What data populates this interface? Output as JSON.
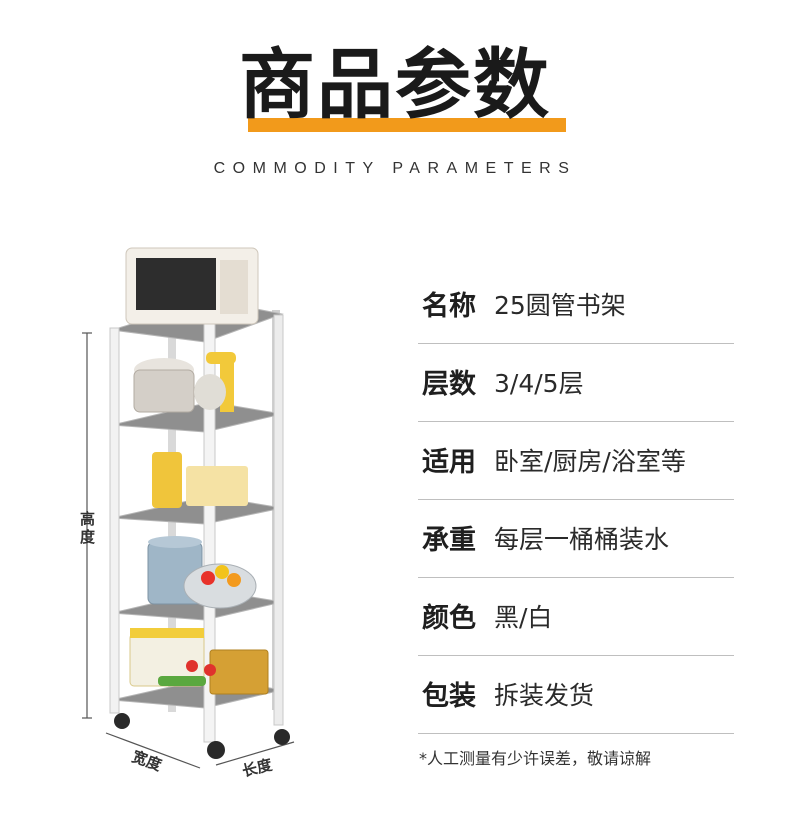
{
  "header": {
    "title": "商品参数",
    "subtitle": "COMMODITY PARAMETERS",
    "accent_color": "#f29a1b"
  },
  "product_image": {
    "dimension_labels": {
      "height": "高度",
      "width": "宽度",
      "length": "长度"
    }
  },
  "params": [
    {
      "key": "名称",
      "value": "25圆管书架"
    },
    {
      "key": "层数",
      "value": "3/4/5层"
    },
    {
      "key": "适用",
      "value": "卧室/厨房/浴室等"
    },
    {
      "key": "承重",
      "value": "每层一桶桶装水"
    },
    {
      "key": "颜色",
      "value": "黑/白"
    },
    {
      "key": "包装",
      "value": "拆装发货"
    }
  ],
  "note": "*人工测量有少许误差，敬请谅解"
}
